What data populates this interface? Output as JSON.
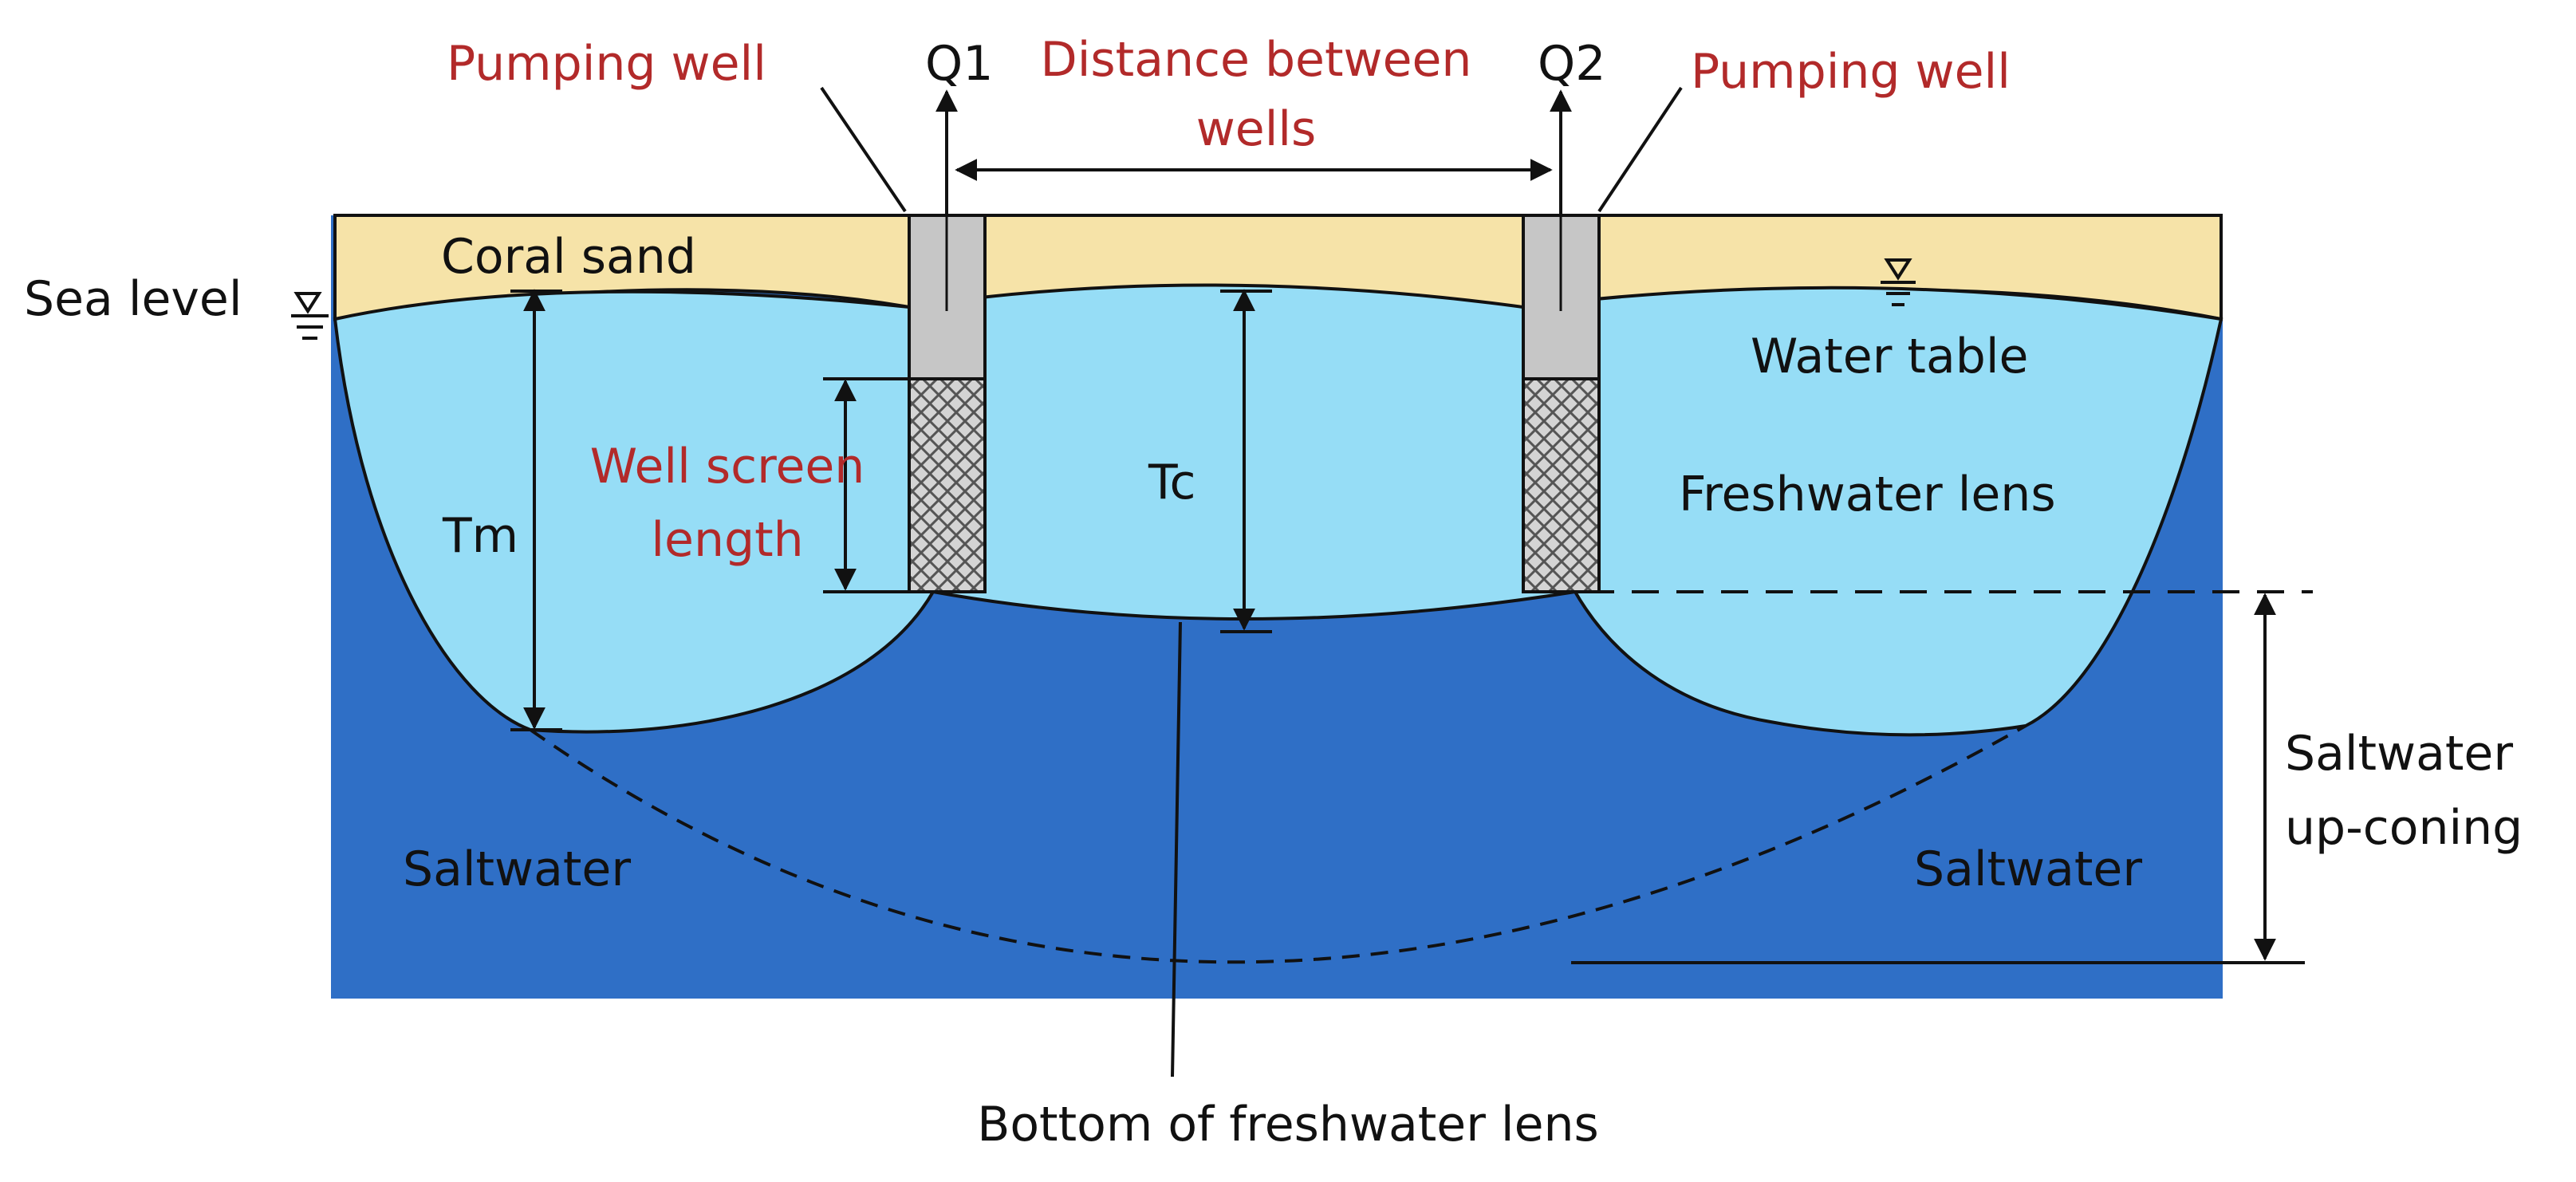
{
  "labels": {
    "pumping_well_left": "Pumping well",
    "pumping_well_right": "Pumping well",
    "q1": "Q1",
    "q2": "Q2",
    "distance_line1": "Distance between",
    "distance_line2": "wells",
    "coral_sand": "Coral sand",
    "sea_level": "Sea level",
    "water_table": "Water table",
    "freshwater_lens": "Freshwater lens",
    "well_screen_line1": "Well screen",
    "well_screen_line2": "length",
    "tm": "Tm",
    "tc": "Tc",
    "saltwater_left": "Saltwater",
    "saltwater_right": "Saltwater",
    "upconing_line1": "Saltwater",
    "upconing_line2": "up-coning",
    "bottom_lens": "Bottom of freshwater lens"
  },
  "colors": {
    "saltwater": "#2f6fc6",
    "freshwater": "#96ddf6",
    "coral_sand": "#f6e3a8",
    "casing": "#c6c6c6",
    "red_label": "#b22a2a",
    "black_label": "#111111"
  }
}
